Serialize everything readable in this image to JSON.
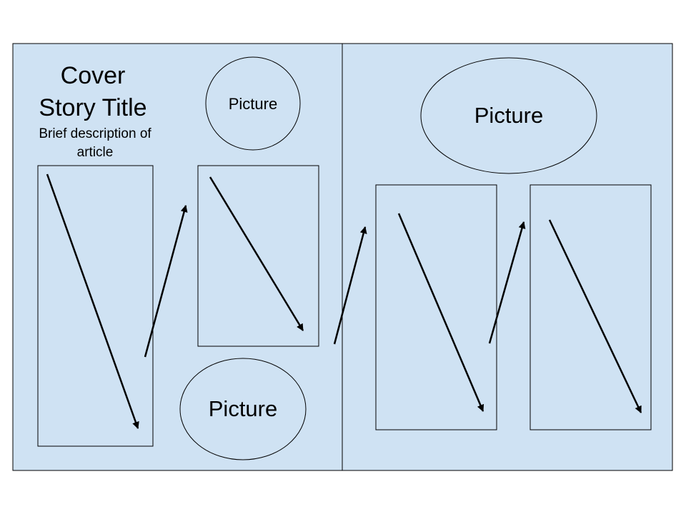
{
  "layout": {
    "title": "Cover Story Title",
    "title_line1": "Cover",
    "title_line2": "Story Title",
    "description": "Brief description of article",
    "description_line1": "Brief description of",
    "description_line2": "article",
    "picture_label": "Picture"
  },
  "colors": {
    "page_fill": "#cfe2f3",
    "outline": "#000000",
    "background": "#ffffff"
  }
}
